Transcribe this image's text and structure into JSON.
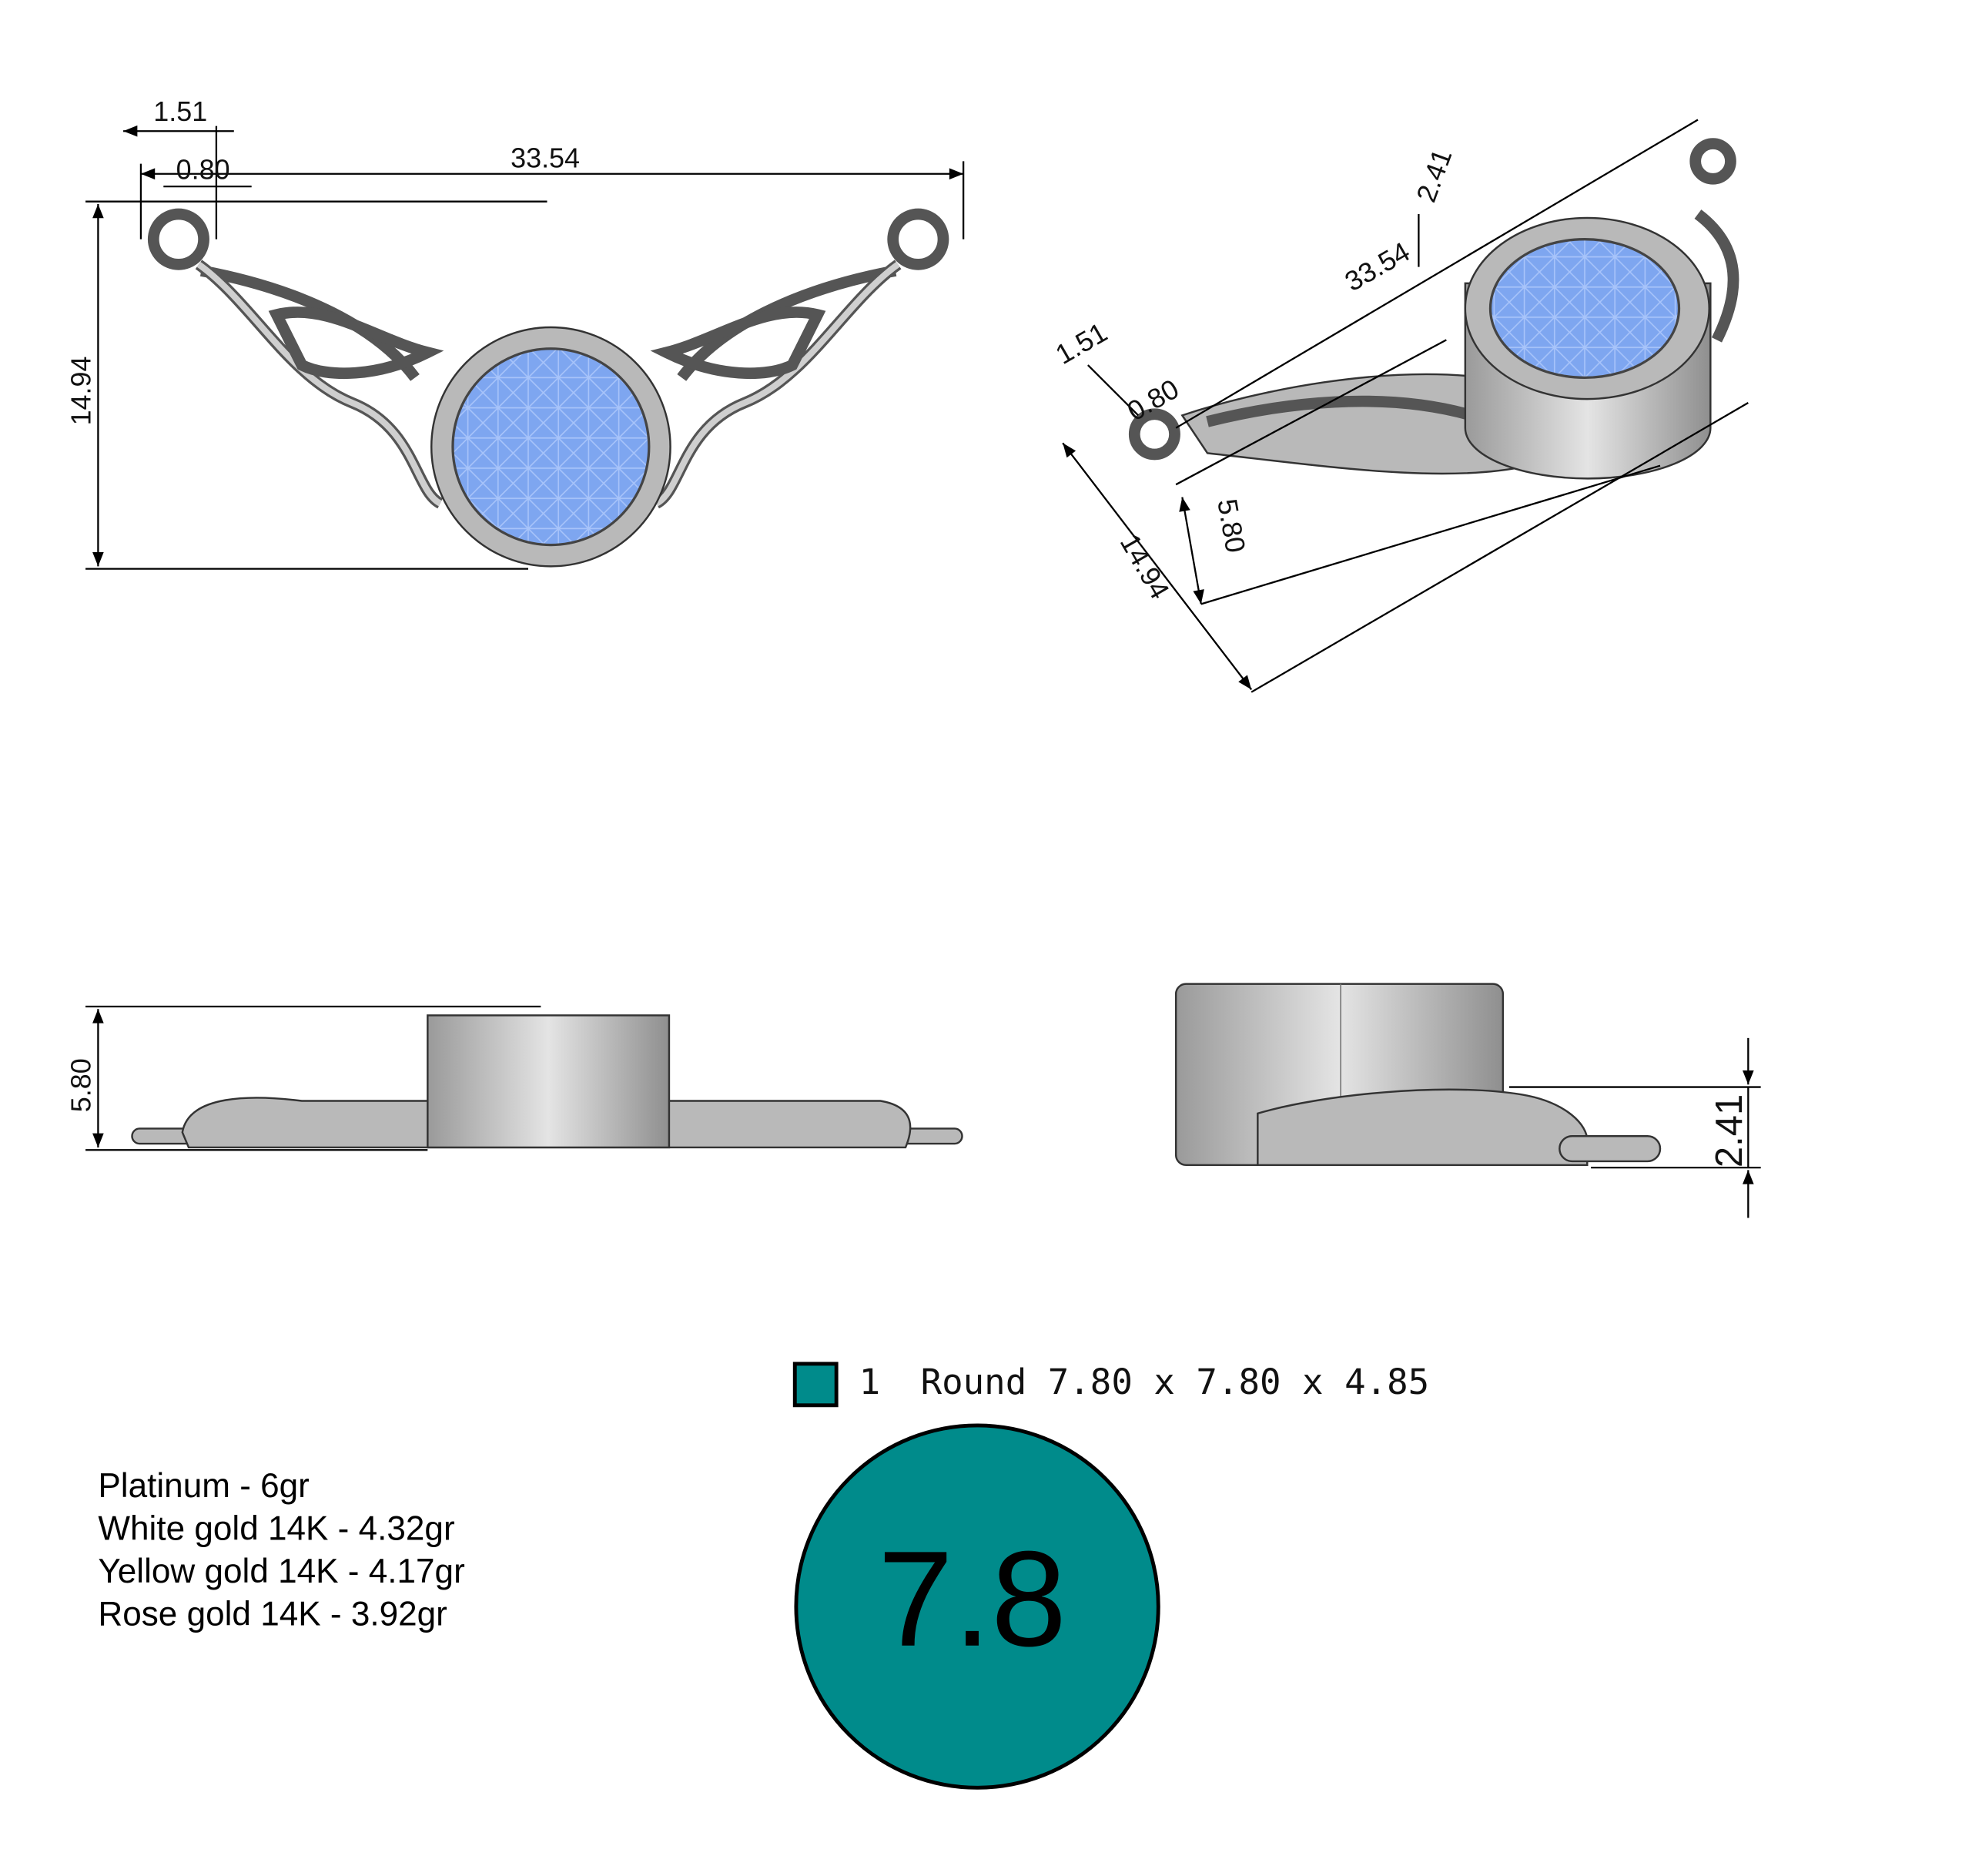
{
  "colors": {
    "gem": "#7ea6f0",
    "metal": "#bdbdbd",
    "stone_marker": "#008b8b"
  },
  "front_view": {
    "dims": {
      "loop_outer": "1.51",
      "loop_wire": "0.80",
      "width": "33.54",
      "height": "14.94"
    }
  },
  "iso_view": {
    "dims": {
      "loop_outer": "1.51",
      "loop_wire": "0.80",
      "width": "33.54",
      "side_height": "2.41",
      "height": "14.94",
      "top_height": "5.80"
    }
  },
  "side_view": {
    "dims": {
      "height": "5.80"
    }
  },
  "end_view": {
    "dims": {
      "side_height": "2.41"
    }
  },
  "stone_legend": {
    "count": "1",
    "description": "Round 7.80 x 7.80 x 4.85",
    "size_label": "7.8"
  },
  "metal_weights": [
    "Platinum - 6gr",
    "White gold 14K - 4.32gr",
    "Yellow gold 14K - 4.17gr",
    "Rose gold 14K - 3.92gr"
  ]
}
